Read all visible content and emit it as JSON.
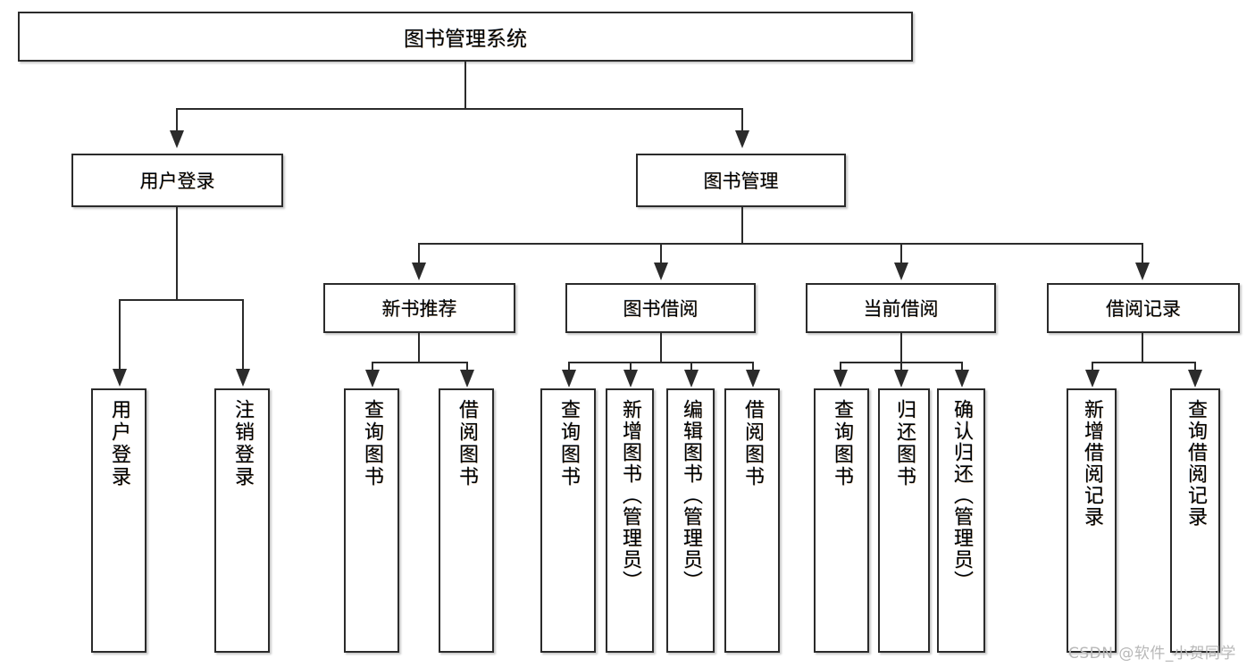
{
  "diagram": {
    "type": "tree-hierarchy-diagram",
    "title": "图书管理系统",
    "root": {
      "id": "root",
      "label": "图书管理系统"
    },
    "level1": [
      {
        "id": "user-login",
        "label": "用户登录"
      },
      {
        "id": "book-management",
        "label": "图书管理"
      }
    ],
    "level2": [
      {
        "id": "new-book-recommend",
        "label": "新书推荐",
        "parent": "book-management"
      },
      {
        "id": "book-borrow",
        "label": "图书借阅",
        "parent": "book-management"
      },
      {
        "id": "current-borrow",
        "label": "当前借阅",
        "parent": "book-management"
      },
      {
        "id": "borrow-record",
        "label": "借阅记录",
        "parent": "book-management"
      }
    ],
    "leaves": {
      "user-login": [
        {
          "id": "leaf-user-login",
          "label": "用户登录"
        },
        {
          "id": "leaf-user-logout",
          "label": "注销登录"
        }
      ],
      "new-book-recommend": [
        {
          "id": "leaf-query-book-1",
          "label": "查询图书"
        },
        {
          "id": "leaf-borrow-book-1",
          "label": "借阅图书"
        }
      ],
      "book-borrow": [
        {
          "id": "leaf-query-book-2",
          "label": "查询图书"
        },
        {
          "id": "leaf-add-book",
          "label": "新增图书（管理员）"
        },
        {
          "id": "leaf-edit-book",
          "label": "编辑图书（管理员）"
        },
        {
          "id": "leaf-borrow-book-2",
          "label": "借阅图书"
        }
      ],
      "current-borrow": [
        {
          "id": "leaf-query-book-3",
          "label": "查询图书"
        },
        {
          "id": "leaf-return-book",
          "label": "归还图书"
        },
        {
          "id": "leaf-confirm-return",
          "label": "确认归还（管理员）"
        }
      ],
      "borrow-record": [
        {
          "id": "leaf-add-record",
          "label": "新增借阅记录"
        },
        {
          "id": "leaf-query-record",
          "label": "查询借阅记录"
        }
      ]
    }
  },
  "watermark": {
    "text": "CSDN @软件_小贺同学"
  },
  "colors": {
    "stroke": "#2b2b2b",
    "background": "#ffffff",
    "text": "#000000",
    "watermark": "#b8b8b8"
  }
}
